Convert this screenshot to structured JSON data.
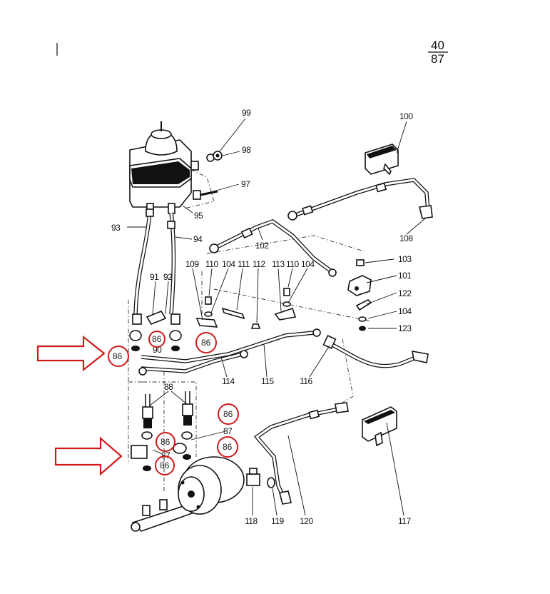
{
  "page": {
    "numerator": "40",
    "denominator": "87"
  },
  "colors": {
    "highlight": "#d0191b",
    "ink": "#111111"
  },
  "labels": [
    {
      "id": "l99",
      "text": "99"
    },
    {
      "id": "l98",
      "text": "98"
    },
    {
      "id": "l97",
      "text": "97"
    },
    {
      "id": "l95",
      "text": "95"
    },
    {
      "id": "l100",
      "text": "100"
    },
    {
      "id": "l108",
      "text": "108"
    },
    {
      "id": "l93",
      "text": "93"
    },
    {
      "id": "l94",
      "text": "94"
    },
    {
      "id": "l102",
      "text": "102"
    },
    {
      "id": "l103",
      "text": "103"
    },
    {
      "id": "l101",
      "text": "101"
    },
    {
      "id": "l122",
      "text": "122"
    },
    {
      "id": "l104c",
      "text": "104"
    },
    {
      "id": "l123",
      "text": "123"
    },
    {
      "id": "l91",
      "text": "91"
    },
    {
      "id": "l92",
      "text": "92"
    },
    {
      "id": "l109",
      "text": "109"
    },
    {
      "id": "l110a",
      "text": "110"
    },
    {
      "id": "l104a",
      "text": "104"
    },
    {
      "id": "l111",
      "text": "111"
    },
    {
      "id": "l112",
      "text": "112"
    },
    {
      "id": "l113",
      "text": "113"
    },
    {
      "id": "l110b",
      "text": "110"
    },
    {
      "id": "l104b",
      "text": "104"
    },
    {
      "id": "l90",
      "text": "90"
    },
    {
      "id": "l114",
      "text": "114"
    },
    {
      "id": "l115",
      "text": "115"
    },
    {
      "id": "l116",
      "text": "116"
    },
    {
      "id": "l88",
      "text": "88"
    },
    {
      "id": "l87a",
      "text": "87"
    },
    {
      "id": "l87b",
      "text": "87"
    },
    {
      "id": "l118",
      "text": "118"
    },
    {
      "id": "l119",
      "text": "119"
    },
    {
      "id": "l120",
      "text": "120"
    },
    {
      "id": "l117",
      "text": "117"
    }
  ],
  "highlights": [
    {
      "id": "h1",
      "text": "86"
    },
    {
      "id": "h2",
      "text": "86"
    },
    {
      "id": "h3",
      "text": "86"
    },
    {
      "id": "h4",
      "text": "86"
    },
    {
      "id": "h5",
      "text": "86"
    },
    {
      "id": "h6",
      "text": "86"
    },
    {
      "id": "h7",
      "text": "86"
    }
  ]
}
